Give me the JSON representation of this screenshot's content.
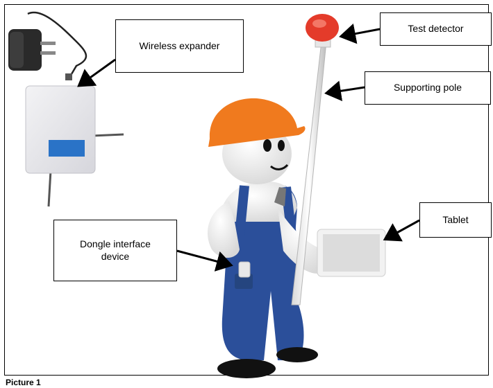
{
  "labels": {
    "wireless_expander": "Wireless expander",
    "test_detector": "Test detector",
    "supporting_pole": "Supporting pole",
    "tablet": "Tablet",
    "dongle_line1": "Dongle interface",
    "dongle_line2": "device"
  },
  "caption": "Picture 1",
  "colors": {
    "helmet": "#f07a1e",
    "overalls": "#2b4f9a",
    "detector": "#e43b2a",
    "expander_window": "#2a73c7",
    "arrow": "#000000"
  }
}
